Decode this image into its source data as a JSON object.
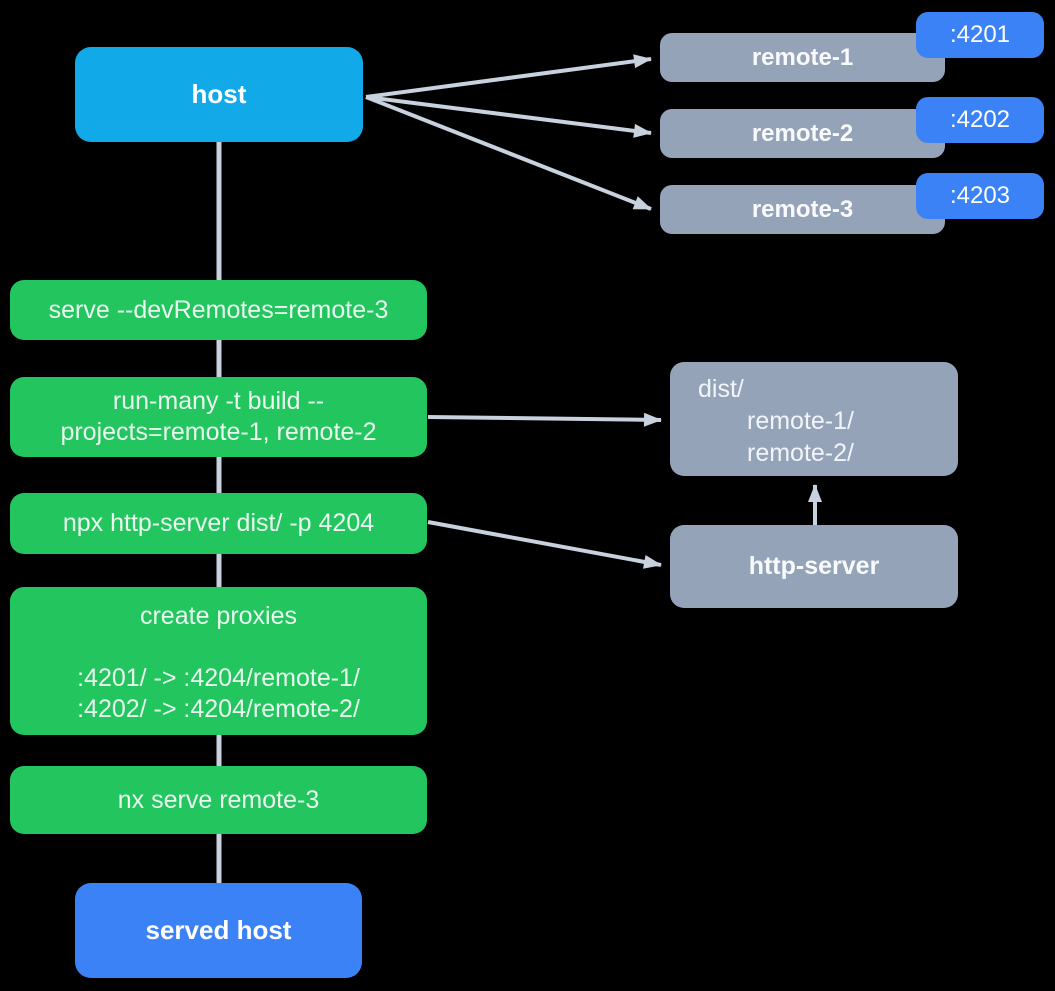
{
  "diagram": {
    "host": {
      "label": "host"
    },
    "remotes": [
      {
        "label": "remote-1",
        "port": ":4201"
      },
      {
        "label": "remote-2",
        "port": ":4202"
      },
      {
        "label": "remote-3",
        "port": ":4203"
      }
    ],
    "steps": [
      {
        "lines": [
          "serve --devRemotes=remote-3"
        ]
      },
      {
        "lines": [
          "run-many -t build --",
          "projects=remote-1, remote-2"
        ]
      },
      {
        "lines": [
          "npx http-server dist/ -p 4204"
        ]
      },
      {
        "lines": [
          "create proxies",
          "",
          ":4201/ -> :4204/remote-1/",
          ":4202/ -> :4204/remote-2/"
        ]
      },
      {
        "lines": [
          "nx serve remote-3"
        ]
      }
    ],
    "dist": {
      "lines": [
        "dist/",
        "remote-1/",
        "remote-2/"
      ]
    },
    "http_server": {
      "label": "http-server"
    },
    "served_host": {
      "label": "served host"
    },
    "colors": {
      "background": "#000000",
      "host": "#12A9E8",
      "step": "#22C55E",
      "remote": "#94A3B8",
      "badge": "#3B82F6",
      "connector": "#C8D1DE"
    }
  }
}
